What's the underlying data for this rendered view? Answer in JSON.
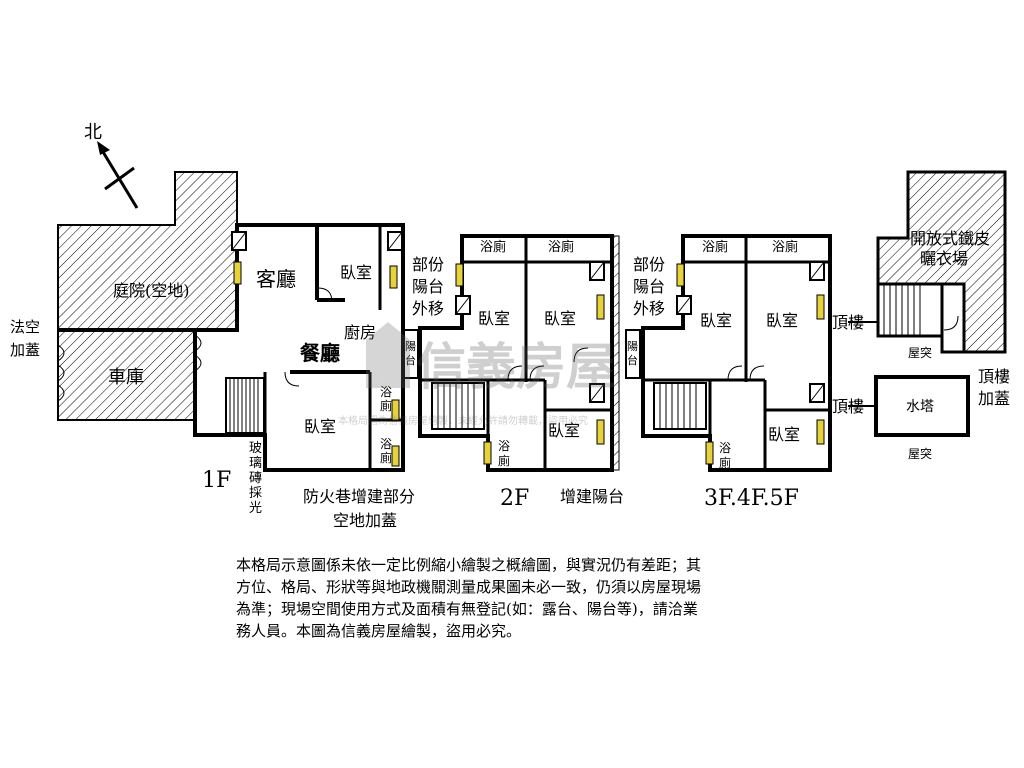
{
  "compass": {
    "north": "北"
  },
  "watermark": {
    "brand": "信義房屋",
    "fine_print": "本格局圖為信義房屋繪製，未經允許請勿轉載，盜用必究"
  },
  "floor_1f": {
    "floor_label": "1F",
    "courtyard": "庭院(空地)",
    "legal_space_cover": [
      "法空",
      "加蓋"
    ],
    "garage": "車庫",
    "living_room": "客廳",
    "bedroom_a": "臥室",
    "kitchen": "廚房",
    "dining_room": "餐廳",
    "bedroom_b": "臥室",
    "bath_a": [
      "浴",
      "廁"
    ],
    "bath_b": [
      "浴",
      "廁"
    ],
    "glass_brick": [
      "玻",
      "璃",
      "磚",
      "採",
      "光"
    ],
    "firelane_extension": [
      "防火巷增建部分",
      "空地加蓋"
    ]
  },
  "floor_2f": {
    "floor_label": "2F",
    "bath_top_left": "浴廁",
    "bath_top_right": "浴廁",
    "partial_balcony": [
      "部份",
      "陽台",
      "外移"
    ],
    "balcony": [
      "陽",
      "台"
    ],
    "bedroom_left": "臥室",
    "bedroom_mid": "臥室",
    "bedroom_right": "臥室",
    "bath_bottom": [
      "浴",
      "廁"
    ],
    "added_balcony": "增建陽台"
  },
  "floor_345f": {
    "floor_label": "3F.4F.5F",
    "bath_top_left": "浴廁",
    "bath_top_right": "浴廁",
    "partial_balcony": [
      "部份",
      "陽台",
      "外移"
    ],
    "balcony": [
      "陽",
      "台"
    ],
    "bedroom_left": "臥室",
    "bedroom_mid": "臥室",
    "bedroom_right": "臥室",
    "bath_bottom": [
      "浴",
      "廁"
    ]
  },
  "roof": {
    "drying_area": [
      "開放式鐵皮",
      "曬衣場"
    ],
    "penthouse_a": "頂樓",
    "chimney_a": "屋突",
    "penthouse_b": "頂樓",
    "water_tower": "水塔",
    "chimney_b": "屋突",
    "roof_cover": [
      "頂樓",
      "加蓋"
    ]
  },
  "disclaimer": [
    "本格局示意圖係未依一定比例縮小繪製之概繪圖，與實況仍有差距；其",
    "方位、格局、形狀等與地政機關測量成果圖未必一致，仍須以房屋現場",
    "為準；現場空間使用方式及面積有無登記(如：露台、陽台等)，請洽業",
    "務人員。本圖為信義房屋繪製，盜用必究。"
  ]
}
